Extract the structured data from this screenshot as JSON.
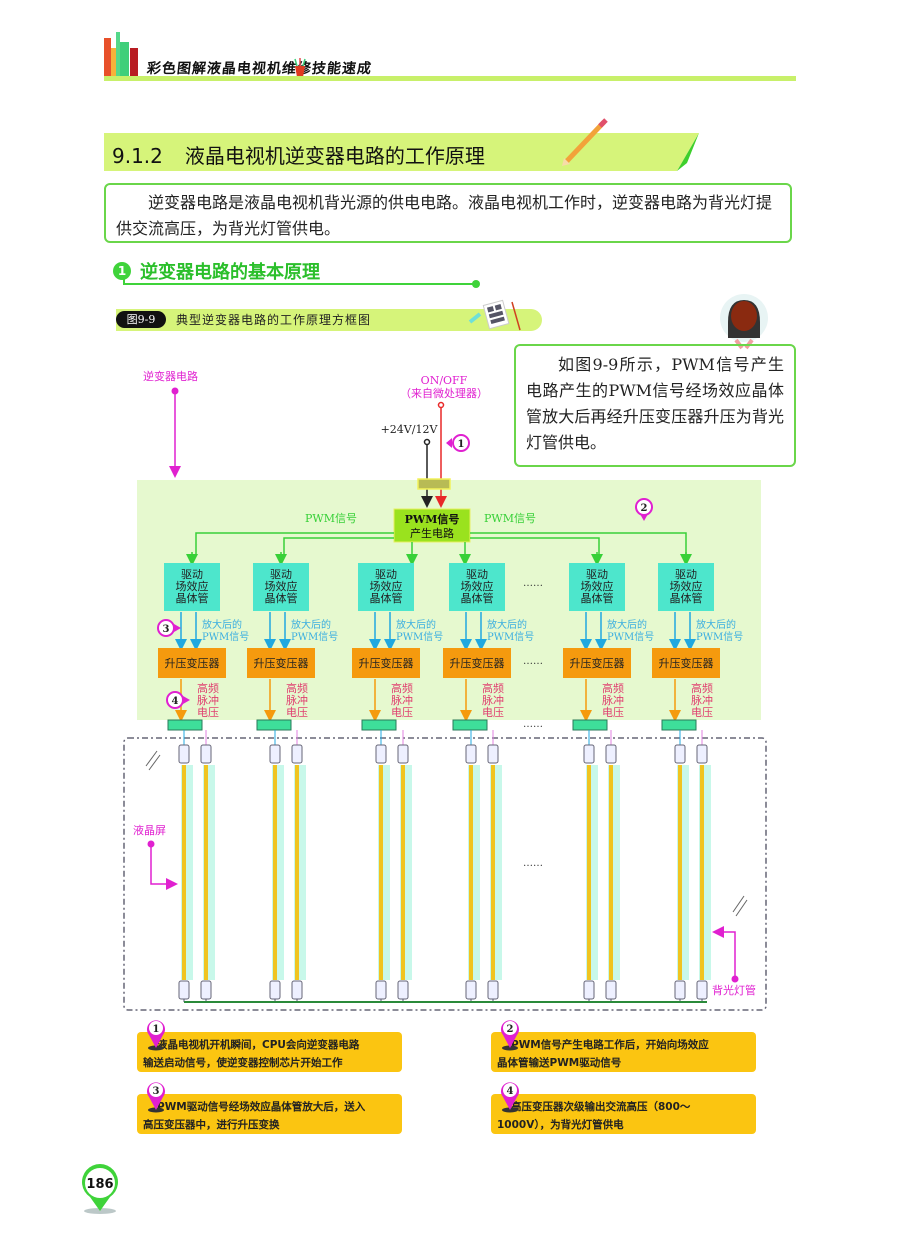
{
  "header": {
    "book_title": "彩色图解液晶电视机维修技能速成",
    "icons": [
      "books-icon",
      "pencil-cup-icon"
    ]
  },
  "section": {
    "number": "9.1.2",
    "title": "液晶电视机逆变器电路的工作原理",
    "intro": "逆变器电路是液晶电视机背光源的供电电路。液晶电视机工作时，逆变器电路为背光灯提供交流高压，为背光灯管供电。"
  },
  "subsection": {
    "number": "1",
    "title": "逆变器电路的基本原理"
  },
  "figure": {
    "tag": "图9-9",
    "caption": "典型逆变器电路的工作原理方框图"
  },
  "callout": {
    "text": "如图9-9所示，PWM信号产生电路产生的PWM信号经场效应晶体管放大后再经升压变压器升压为背光灯管供电。"
  },
  "diagram": {
    "label_inverter": "逆变器电路",
    "label_onoff": "ON/OFF",
    "label_onoff_src": "（来自微处理器）",
    "label_power": "+24V/12V",
    "pwm_gen": [
      "PWM信号",
      "产生电路"
    ],
    "pwm_signal": "PWM信号",
    "driver": [
      "驱动",
      "场效应",
      "晶体管"
    ],
    "amplified": [
      "放大后的",
      "PWM信号"
    ],
    "transformer": "升压变压器",
    "hf_pulse": [
      "高频",
      "脉冲",
      "电压"
    ],
    "ellipsis": "……",
    "label_lcd": "液晶屏",
    "label_backlight": "背光灯管",
    "markers": [
      "1",
      "2",
      "3",
      "4"
    ]
  },
  "notes": [
    {
      "marker": "1",
      "line1": "液晶电视机开机瞬间，CPU会向逆变器电路",
      "line2": "输送启动信号，使逆变器控制芯片开始工作"
    },
    {
      "marker": "2",
      "line1": "PWM信号产生电路工作后，开始向场效应",
      "line2": "晶体管输送PWM驱动信号"
    },
    {
      "marker": "3",
      "line1": "PWM驱动信号经场效应晶体管放大后，送入",
      "line2": "高压变压器中，进行升压变换"
    },
    {
      "marker": "4",
      "line1": "高压变压器次级输出交流高压（800～",
      "line2": "1000V），为背光灯管供电"
    }
  ],
  "page_number": "186",
  "colors": {
    "accent_green": "#3fd33a",
    "light_green": "#d6f47a",
    "panel_green": "#e6f9cf",
    "driver_cyan": "#4de6cc",
    "transformer_orange": "#f59a0e",
    "marker_magenta": "#e020d0",
    "note_yellow": "#fbc511"
  }
}
